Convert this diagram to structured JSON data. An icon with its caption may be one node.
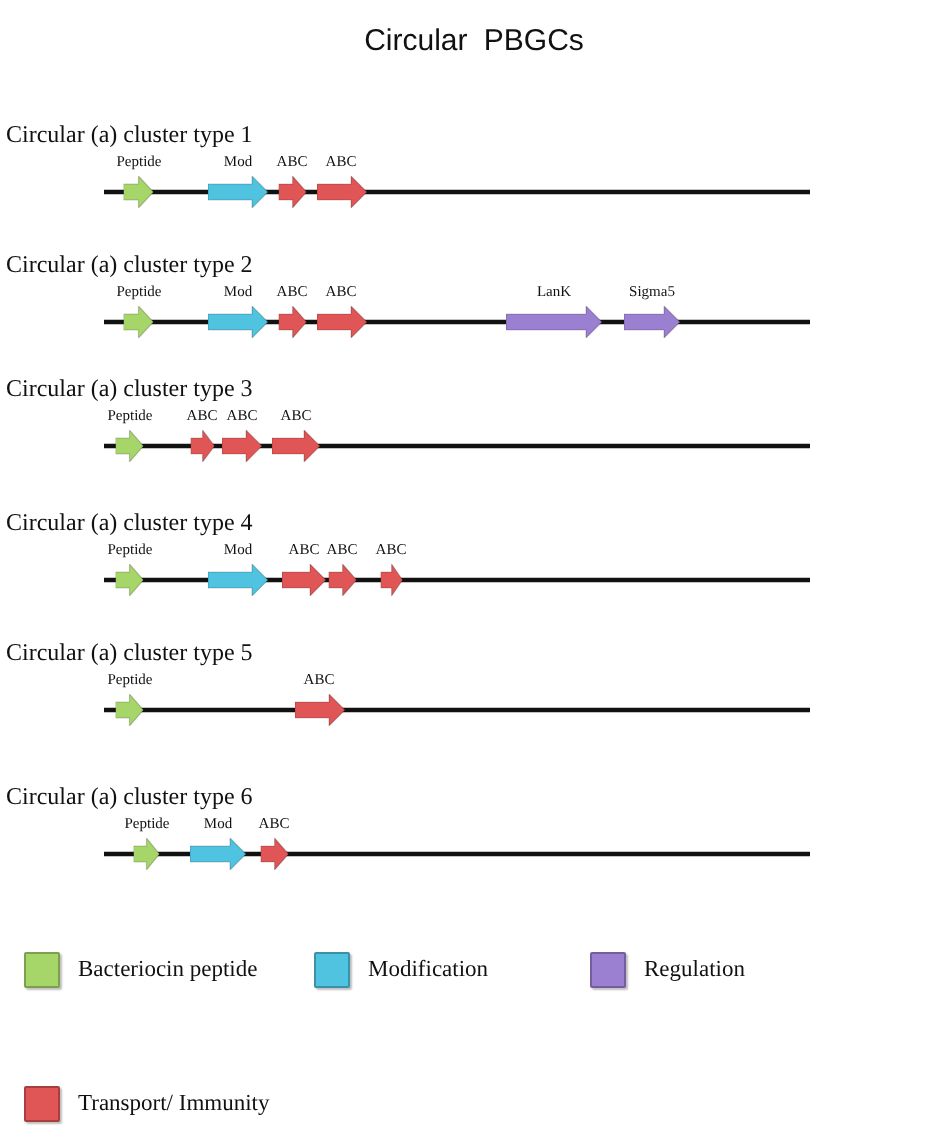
{
  "diagram": {
    "title": "Circular PBGCs",
    "nodes": [
      {
        "text": [
          "Circular (a) cluster type 1"
        ]
      },
      {
        "text": [
          "Peptide"
        ],
        "in": 0
      },
      {
        "text": [
          "Mod"
        ],
        "in": 0
      },
      {
        "text": [
          "ABC"
        ],
        "in": 0
      },
      {
        "text": [
          "ABC"
        ],
        "in": 0
      },
      {
        "text": [
          "Circular (a) cluster type 2"
        ]
      },
      {
        "text": [
          "Peptide"
        ],
        "in": 5
      },
      {
        "text": [
          "Mod"
        ],
        "in": 5
      },
      {
        "text": [
          "ABC"
        ],
        "in": 5
      },
      {
        "text": [
          "ABC"
        ],
        "in": 5
      },
      {
        "text": [
          "LanK"
        ],
        "in": 5
      },
      {
        "text": [
          "Sigma5"
        ],
        "in": 5
      },
      {
        "text": [
          "Circular (a) cluster type 3"
        ]
      },
      {
        "text": [
          "Peptide"
        ],
        "in": 12
      },
      {
        "text": [
          "ABC"
        ],
        "in": 12
      },
      {
        "text": [
          "ABC"
        ],
        "in": 12
      },
      {
        "text": [
          "ABC"
        ],
        "in": 12
      },
      {
        "text": [
          "Circular (a) cluster type 4"
        ]
      },
      {
        "text": [
          "Peptide"
        ],
        "in": 17
      },
      {
        "text": [
          "Mod"
        ],
        "in": 17
      },
      {
        "text": [
          "ABC"
        ],
        "in": 17
      },
      {
        "text": [
          "ABC"
        ],
        "in": 17
      },
      {
        "text": [
          "ABC"
        ],
        "in": 17
      },
      {
        "text": [
          "Circular (a) cluster type 5"
        ]
      },
      {
        "text": [
          "Peptide"
        ],
        "in": 23
      },
      {
        "text": [
          "ABC"
        ],
        "in": 23
      },
      {
        "text": [
          "Circular (a) cluster type 6"
        ]
      },
      {
        "text": [
          "Peptide"
        ],
        "in": 26
      },
      {
        "text": [
          "Mod"
        ],
        "in": 26
      },
      {
        "text": [
          "ABC"
        ],
        "in": 26
      }
    ],
    "legend": [
      {
        "text": "Bacteriocin peptide",
        "color": "#a6d66a"
      },
      {
        "text": "Modification",
        "color": "#4fc3e0"
      },
      {
        "text": "Regulation",
        "color": "#9b7fd1"
      },
      {
        "text": "Transport/ Immunity",
        "color": "#e05555"
      }
    ]
  }
}
